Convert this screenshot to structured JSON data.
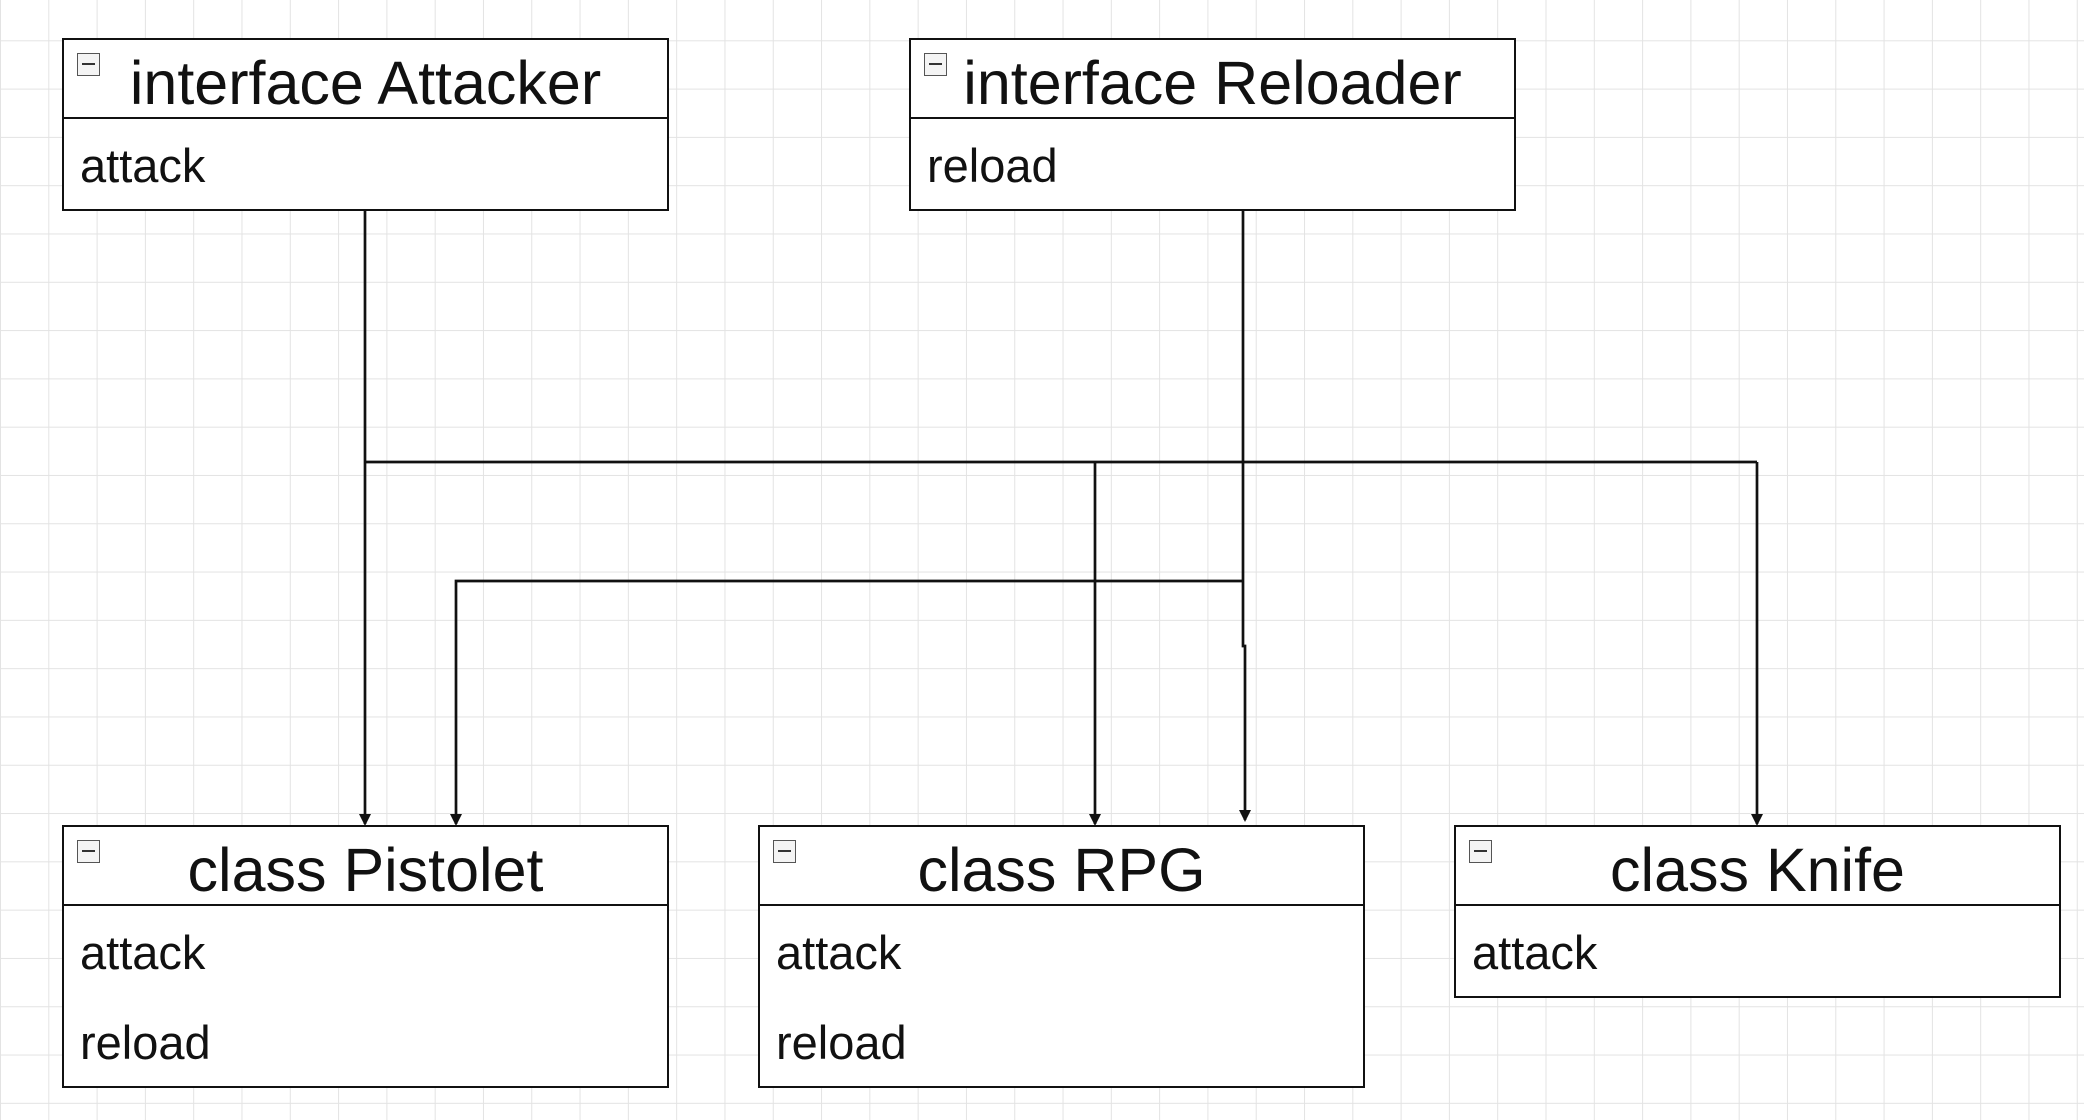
{
  "interfaces": [
    {
      "id": "attacker",
      "title": "interface Attacker",
      "members": [
        "attack"
      ]
    },
    {
      "id": "reloader",
      "title": "interface Reloader",
      "members": [
        "reload"
      ]
    }
  ],
  "classes": [
    {
      "id": "pistolet",
      "title": "class Pistolet",
      "members": [
        "attack",
        "reload"
      ]
    },
    {
      "id": "rpg",
      "title": "class RPG",
      "members": [
        "attack",
        "reload"
      ]
    },
    {
      "id": "knife",
      "title": "class Knife",
      "members": [
        "attack"
      ]
    }
  ],
  "relations": [
    {
      "from": "interface Attacker",
      "to": "class Pistolet"
    },
    {
      "from": "interface Attacker",
      "to": "class RPG"
    },
    {
      "from": "interface Attacker",
      "to": "class Knife"
    },
    {
      "from": "interface Reloader",
      "to": "class Pistolet"
    },
    {
      "from": "interface Reloader",
      "to": "class RPG"
    }
  ],
  "colors": {
    "line": "#111111",
    "grid": "#e3e3e3",
    "box_fill": "#ffffff"
  }
}
